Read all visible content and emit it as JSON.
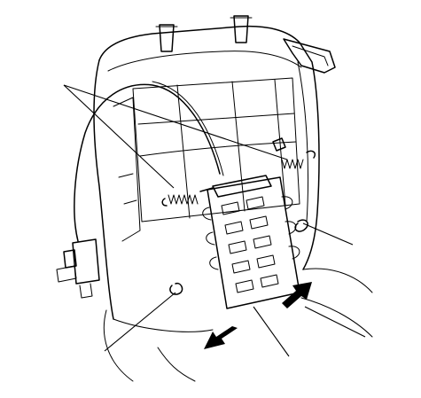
{
  "diagram": {
    "kind": "seat-back-frame-exploded-line-drawing",
    "callouts": [],
    "colors": {
      "stroke": "#000000",
      "background": "#ffffff"
    },
    "icons": [
      "double-leader-line",
      "spring",
      "adjuster-arrow"
    ]
  }
}
